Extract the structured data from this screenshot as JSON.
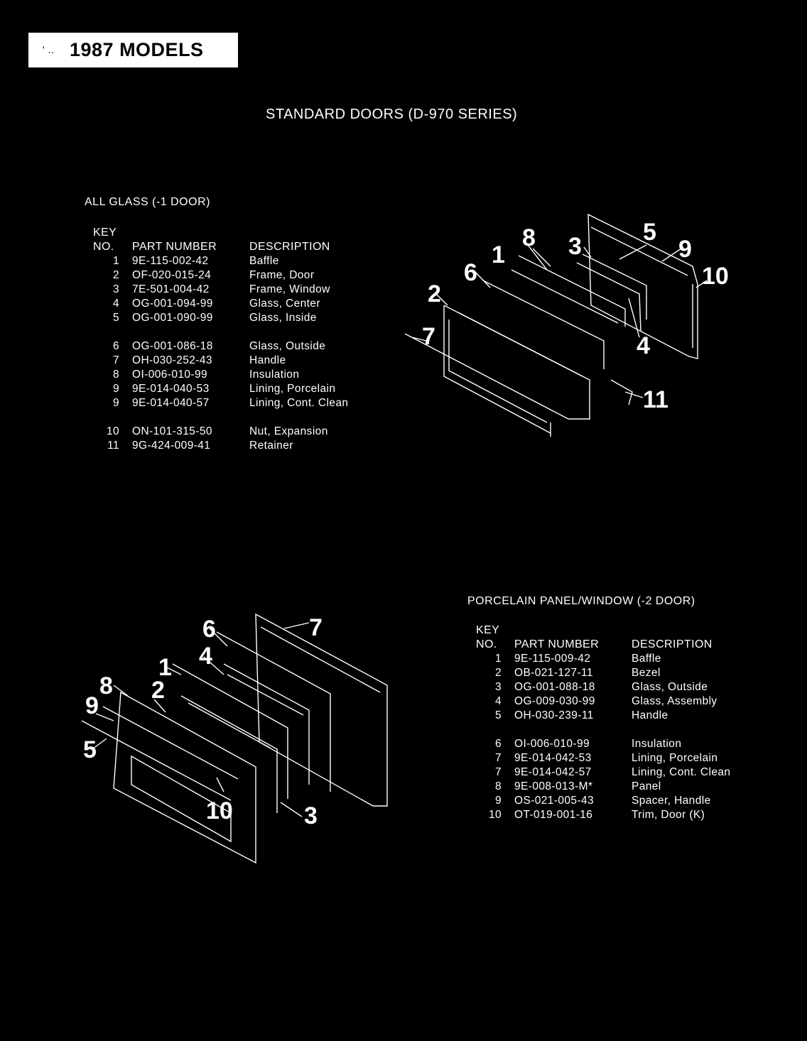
{
  "header": {
    "badge": "1987 MODELS",
    "title": "STANDARD DOORS (D-970 SERIES)"
  },
  "table1": {
    "heading": "ALL GLASS (-1 DOOR)",
    "col_key_line1": "KEY",
    "col_key_line2": "NO.",
    "col_part": "PART NUMBER",
    "col_desc": "DESCRIPTION",
    "groups": [
      [
        {
          "key": "1",
          "part": "9E-115-002-42",
          "desc": "Baffle"
        },
        {
          "key": "2",
          "part": "OF-020-015-24",
          "desc": "Frame, Door"
        },
        {
          "key": "3",
          "part": "7E-501-004-42",
          "desc": "Frame, Window"
        },
        {
          "key": "4",
          "part": "OG-001-094-99",
          "desc": "Glass, Center"
        },
        {
          "key": "5",
          "part": "OG-001-090-99",
          "desc": "Glass, Inside"
        }
      ],
      [
        {
          "key": "6",
          "part": "OG-001-086-18",
          "desc": "Glass, Outside"
        },
        {
          "key": "7",
          "part": "OH-030-252-43",
          "desc": "Handle"
        },
        {
          "key": "8",
          "part": "OI-006-010-99",
          "desc": "Insulation"
        },
        {
          "key": "9",
          "part": "9E-014-040-53",
          "desc": "Lining, Porcelain"
        },
        {
          "key": "9",
          "part": "9E-014-040-57",
          "desc": "Lining, Cont. Clean"
        }
      ],
      [
        {
          "key": "10",
          "part": "ON-101-315-50",
          "desc": "Nut, Expansion"
        },
        {
          "key": "11",
          "part": "9G-424-009-41",
          "desc": "Retainer"
        }
      ]
    ]
  },
  "table2": {
    "heading": "PORCELAIN PANEL/WINDOW (-2 DOOR)",
    "col_key_line1": "KEY",
    "col_key_line2": "NO.",
    "col_part": "PART NUMBER",
    "col_desc": "DESCRIPTION",
    "groups": [
      [
        {
          "key": "1",
          "part": "9E-115-009-42",
          "desc": "Baffle"
        },
        {
          "key": "2",
          "part": "OB-021-127-11",
          "desc": "Bezel"
        },
        {
          "key": "3",
          "part": "OG-001-088-18",
          "desc": "Glass, Outside"
        },
        {
          "key": "4",
          "part": "OG-009-030-99",
          "desc": "Glass, Assembly"
        },
        {
          "key": "5",
          "part": "OH-030-239-11",
          "desc": "Handle"
        }
      ],
      [
        {
          "key": "6",
          "part": "OI-006-010-99",
          "desc": "Insulation"
        },
        {
          "key": "7",
          "part": "9E-014-042-53",
          "desc": "Lining, Porcelain"
        },
        {
          "key": "7",
          "part": "9E-014-042-57",
          "desc": "Lining, Cont. Clean"
        },
        {
          "key": "8",
          "part": "9E-008-013-M*",
          "desc": "Panel"
        },
        {
          "key": "9",
          "part": "OS-021-005-43",
          "desc": "Spacer, Handle"
        },
        {
          "key": "10",
          "part": "OT-019-001-16",
          "desc": "Trim, Door (K)"
        }
      ]
    ]
  },
  "diagram1": {
    "callouts": [
      "1",
      "2",
      "3",
      "4",
      "5",
      "6",
      "7",
      "8",
      "9",
      "10",
      "11"
    ]
  },
  "diagram2": {
    "callouts": [
      "1",
      "2",
      "3",
      "4",
      "5",
      "6",
      "7",
      "8",
      "9",
      "10"
    ]
  }
}
